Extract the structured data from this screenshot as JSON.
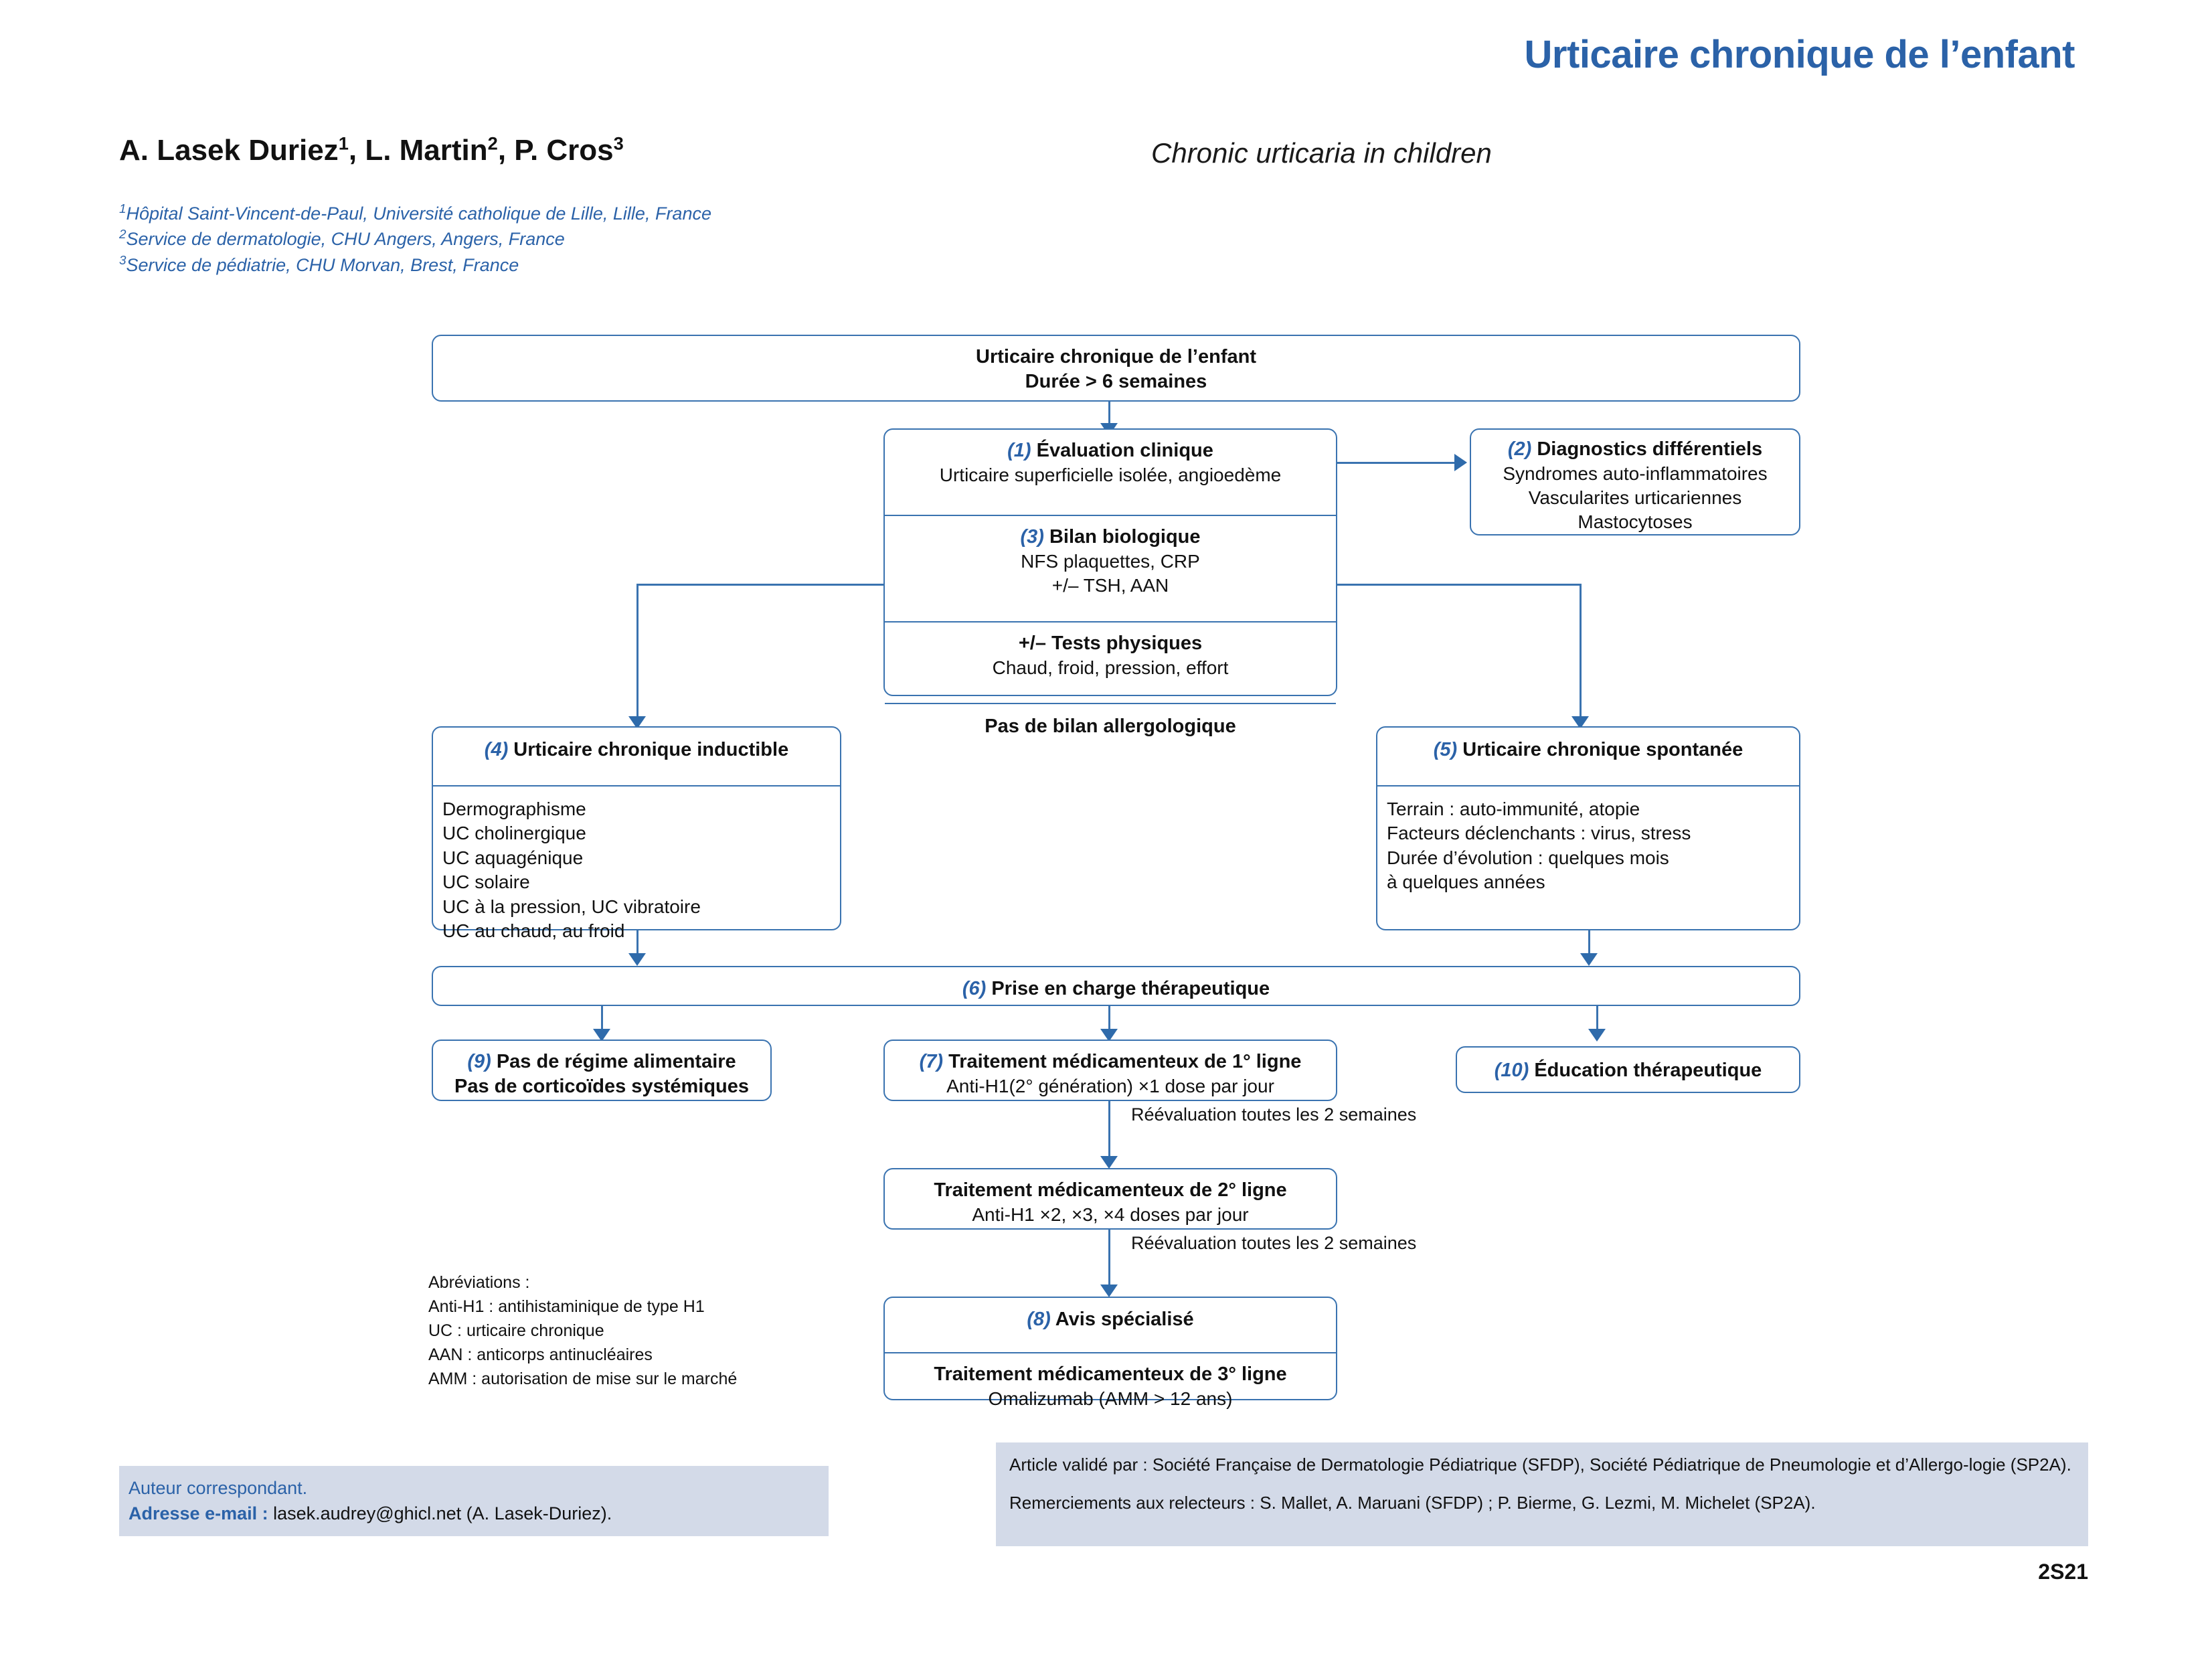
{
  "header": {
    "title_fr": "Urticaire chronique de l’enfant",
    "title_en": "Chronic urticaria in children",
    "authors_plain": "A. Lasek Duriez1, L. Martin2, P. Cros3",
    "affiliations": [
      "Hôpital Saint-Vincent-de-Paul, Université catholique de Lille, Lille, France",
      "Service de dermatologie, CHU Angers, Angers, France",
      "Service de pédiatrie, CHU Morvan, Brest, France"
    ]
  },
  "flowchart": {
    "root": {
      "line1": "Urticaire chronique de l’enfant",
      "line2": "Durée > 6 semaines"
    },
    "n1": {
      "num": "(1)",
      "title": "Évaluation clinique",
      "body": "Urticaire superficielle isolée, angioedème"
    },
    "n2": {
      "num": "(2)",
      "title": "Diagnostics différentiels",
      "body1": "Syndromes auto-inflammatoires",
      "body2": "Vascularites urticariennes",
      "body3": "Mastocytoses"
    },
    "n3": {
      "num": "(3)",
      "title": "Bilan biologique",
      "body1": "NFS plaquettes, CRP",
      "body2": "+/– TSH, AAN"
    },
    "tests": {
      "title": "+/– Tests physiques",
      "body": "Chaud, froid, pression, effort"
    },
    "noallergo": {
      "title": "Pas de bilan allergologique"
    },
    "n4": {
      "num": "(4)",
      "title": "Urticaire chronique inductible",
      "items": [
        "Dermographisme",
        "UC cholinergique",
        "UC aquagénique",
        "UC solaire",
        "UC à la pression, UC vibratoire",
        "UC au chaud, au froid"
      ]
    },
    "n5": {
      "num": "(5)",
      "title": "Urticaire chronique spontanée",
      "items": [
        "Terrain : auto-immunité, atopie",
        "Facteurs déclenchants : virus, stress",
        "Durée d’évolution : quelques mois",
        "à quelques années"
      ]
    },
    "n6": {
      "num": "(6)",
      "title": "Prise en charge thérapeutique"
    },
    "n9": {
      "num": "(9)",
      "line1": "Pas de régime alimentaire",
      "line2": "Pas de corticoïdes systémiques"
    },
    "n7": {
      "num": "(7)",
      "title": "Traitement médicamenteux de 1° ligne",
      "body": "Anti-H1(2° génération) ×1 dose par jour"
    },
    "n10": {
      "num": "(10)",
      "title": "Éducation thérapeutique"
    },
    "line2nd": {
      "title": "Traitement médicamenteux de 2° ligne",
      "body": "Anti-H1 ×2, ×3, ×4 doses par jour"
    },
    "n8": {
      "num": "(8)",
      "title": "Avis spécialisé"
    },
    "line3rd": {
      "title": "Traitement médicamenteux de 3° ligne",
      "body": "Omalizumab (AMM > 12 ans)"
    },
    "edge_labels": {
      "reeval1": "Réévaluation toutes les 2 semaines",
      "reeval2": "Réévaluation toutes les 2 semaines"
    }
  },
  "abbreviations": {
    "heading": "Abréviations :",
    "items": [
      "Anti-H1 : antihistaminique de type H1",
      "UC : urticaire chronique",
      "AAN : anticorps antinucléaires",
      "AMM : autorisation de mise sur le marché"
    ]
  },
  "footer": {
    "corresponding_label": "Auteur correspondant.",
    "email_label": "Adresse e-mail :",
    "email_value": "lasek.audrey@ghicl.net (A. Lasek-Duriez).",
    "validation": "Article validé par : Société Française de Dermatologie Pédiatrique (SFDP), Société Pédiatrique de Pneumologie et d’Allergo-logie (SP2A).",
    "acknowledgements": "Remerciements aux relecteurs : S. Mallet, A. Maruani (SFDP) ; P. Bierme, G. Lezmi, M. Michelet (SP2A).",
    "page_number": "2S21"
  },
  "colors": {
    "accent_blue": "#2b62a8",
    "border_blue": "#3a73b0",
    "footer_band": "#d3dae8"
  }
}
